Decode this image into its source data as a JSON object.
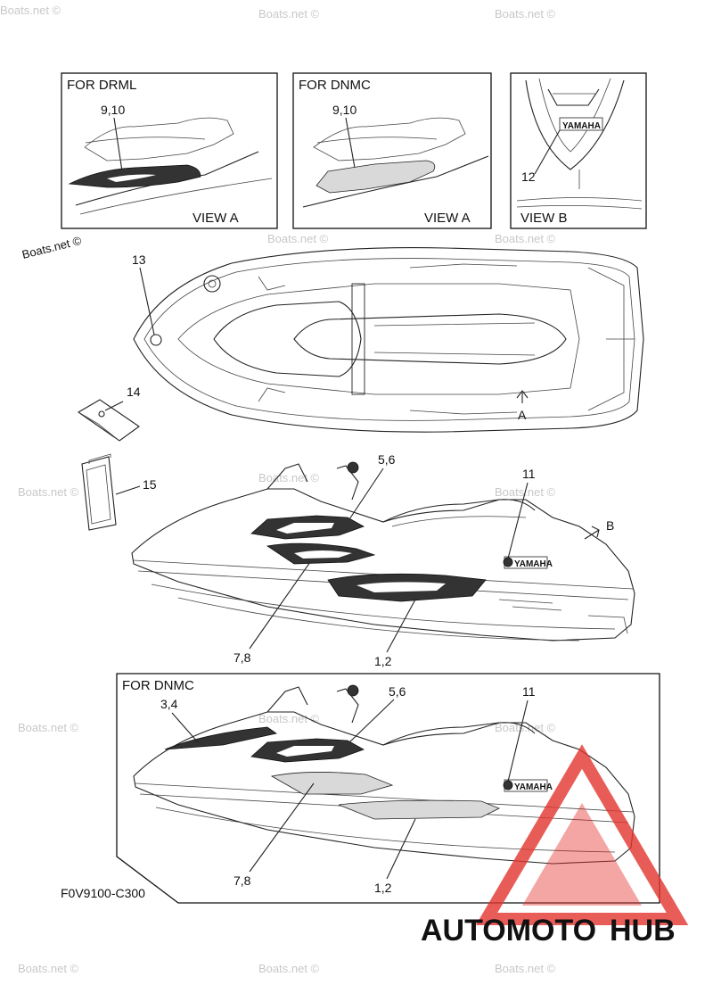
{
  "watermarks": {
    "text": "Boats.net ©"
  },
  "insets": {
    "drml": {
      "title": "FOR DRML",
      "view": "VIEW A",
      "callout": "9,10"
    },
    "dnmc_view_a": {
      "title": "FOR DNMC",
      "view": "VIEW A",
      "callout": "9,10"
    },
    "view_b": {
      "view": "VIEW B",
      "callout": "12",
      "badge": "YAMAHA"
    }
  },
  "top_view": {
    "callout_13": "13",
    "callout_14": "14",
    "callout_15": "15",
    "arrow_a": "A"
  },
  "side_view": {
    "callout_56": "5,6",
    "callout_11": "11",
    "callout_78": "7,8",
    "callout_12": "1,2",
    "arrow_b": "B",
    "badge": "YAMAHA"
  },
  "dnmc_side": {
    "title": "FOR DNMC",
    "callout_34": "3,4",
    "callout_56": "5,6",
    "callout_11": "11",
    "callout_78": "7,8",
    "callout_12": "1,2",
    "badge": "YAMAHA"
  },
  "diagram_code": "F0V9100-C300",
  "brand": {
    "part1": "AUTOMOTO",
    "part2": "HUB",
    "color_orange": "#f4a51c",
    "color_gray": "#3b3b3b",
    "color_red": "#e3342f"
  }
}
